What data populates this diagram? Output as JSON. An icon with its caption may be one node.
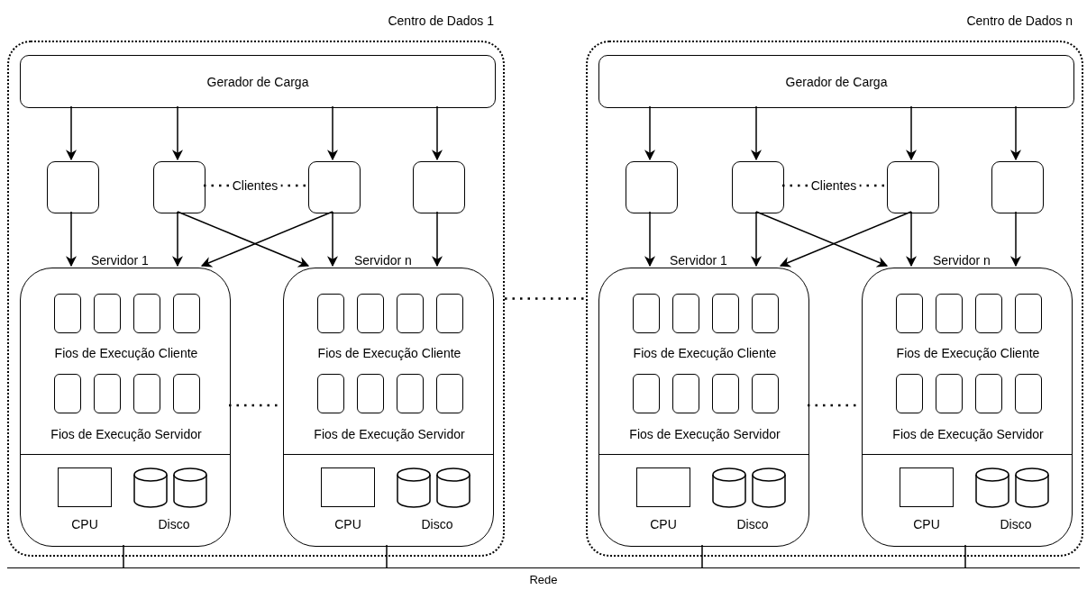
{
  "diagram": {
    "nodes": [
      {
        "text": [
          "Centro de Dados 1"
        ]
      },
      {
        "text": [
          "Gerador de Carga"
        ],
        "in": 0
      },
      {
        "text": [],
        "shape": "box",
        "in": 0
      },
      {
        "text": [],
        "shape": "box",
        "in": 0
      },
      {
        "text": [],
        "shape": "box",
        "in": 0
      },
      {
        "text": [],
        "shape": "box",
        "in": 0
      },
      {
        "text": [
          "Servidor 1",
          "Fios de Execução Cliente",
          "Fios de Execução Servidor",
          "CPU",
          "Disco"
        ],
        "in": 0
      },
      {
        "text": [
          "Servidor n",
          "Fios de Execução Cliente",
          "Fios de Execução Servidor",
          "CPU",
          "Disco"
        ],
        "in": 0
      },
      {
        "text": [
          "Centro de Dados n"
        ]
      },
      {
        "text": [
          "Gerador de Carga"
        ],
        "in": 8
      },
      {
        "text": [],
        "shape": "box",
        "in": 8
      },
      {
        "text": [],
        "shape": "box",
        "in": 8
      },
      {
        "text": [],
        "shape": "box",
        "in": 8
      },
      {
        "text": [],
        "shape": "box",
        "in": 8
      },
      {
        "text": [
          "Servidor 1",
          "Fios de Execução Cliente",
          "Fios de Execução Servidor",
          "CPU",
          "Disco"
        ],
        "in": 8
      },
      {
        "text": [
          "Servidor n",
          "Fios de Execução Cliente",
          "Fios de Execução Servidor",
          "CPU",
          "Disco"
        ],
        "in": 8
      },
      {
        "text": [
          "Rede"
        ]
      }
    ],
    "edges": [
      {
        "from": 1,
        "to": 2,
        "arrow": "to"
      },
      {
        "from": 1,
        "to": 3,
        "arrow": "to"
      },
      {
        "from": 1,
        "to": 4,
        "arrow": "to"
      },
      {
        "from": 1,
        "to": 5,
        "arrow": "to"
      },
      {
        "from": 2,
        "to": 6,
        "arrow": "to"
      },
      {
        "from": 3,
        "to": 6,
        "arrow": "to"
      },
      {
        "from": 3,
        "to": 7,
        "arrow": "to"
      },
      {
        "from": 4,
        "to": 6,
        "arrow": "to"
      },
      {
        "from": 4,
        "to": 7,
        "arrow": "to"
      },
      {
        "from": 5,
        "to": 7,
        "arrow": "to"
      },
      {
        "from": 3,
        "to": 4,
        "arrow": "none",
        "style": "dashed",
        "label": "Clientes"
      },
      {
        "from": 6,
        "to": 7,
        "arrow": "none",
        "style": "dashed"
      },
      {
        "from": 6,
        "to": 16,
        "arrow": "none"
      },
      {
        "from": 7,
        "to": 16,
        "arrow": "none"
      },
      {
        "from": 9,
        "to": 10,
        "arrow": "to"
      },
      {
        "from": 9,
        "to": 11,
        "arrow": "to"
      },
      {
        "from": 9,
        "to": 12,
        "arrow": "to"
      },
      {
        "from": 9,
        "to": 13,
        "arrow": "to"
      },
      {
        "from": 10,
        "to": 14,
        "arrow": "to"
      },
      {
        "from": 11,
        "to": 14,
        "arrow": "to"
      },
      {
        "from": 11,
        "to": 15,
        "arrow": "to"
      },
      {
        "from": 12,
        "to": 14,
        "arrow": "to"
      },
      {
        "from": 12,
        "to": 15,
        "arrow": "to"
      },
      {
        "from": 13,
        "to": 15,
        "arrow": "to"
      },
      {
        "from": 11,
        "to": 12,
        "arrow": "none",
        "style": "dashed",
        "label": "Clientes"
      },
      {
        "from": 14,
        "to": 15,
        "arrow": "none",
        "style": "dashed"
      },
      {
        "from": 14,
        "to": 16,
        "arrow": "none"
      },
      {
        "from": 15,
        "to": 16,
        "arrow": "none"
      },
      {
        "from": 0,
        "to": 8,
        "arrow": "none",
        "style": "dashed"
      }
    ]
  }
}
